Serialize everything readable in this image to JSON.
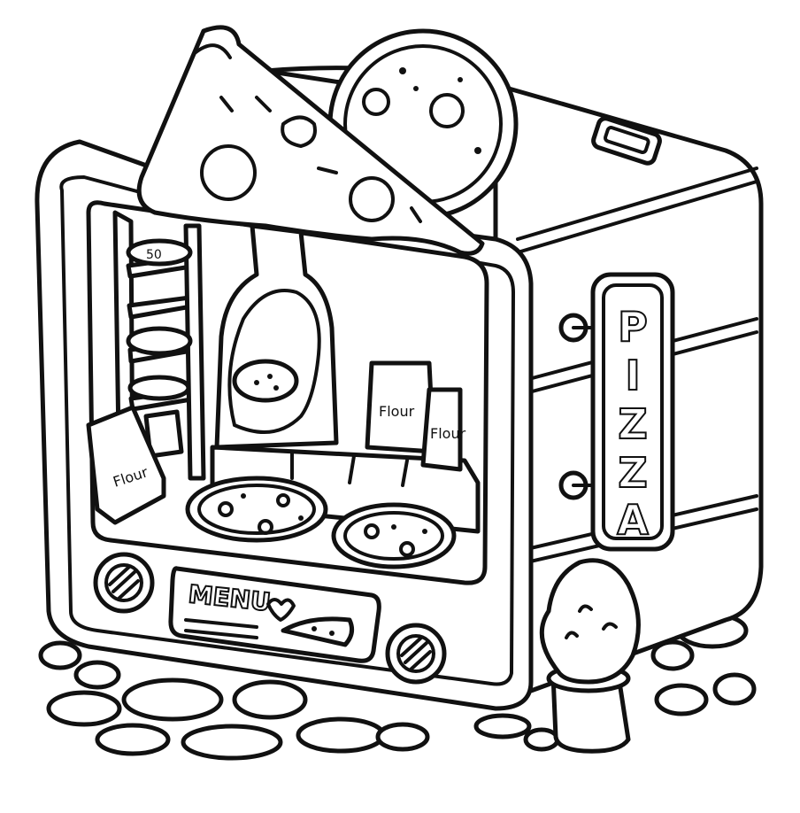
{
  "colors": {
    "line": "#111111",
    "paper": "#ffffff"
  },
  "sign": {
    "letters": [
      "P",
      "I",
      "Z",
      "Z",
      "A"
    ]
  },
  "menu_board": {
    "label": "MENU"
  },
  "flour_bags": [
    {
      "label": "Flour"
    },
    {
      "label": "Flour"
    },
    {
      "label": "Flour"
    }
  ],
  "shelf_pizza": {
    "label": "50"
  }
}
